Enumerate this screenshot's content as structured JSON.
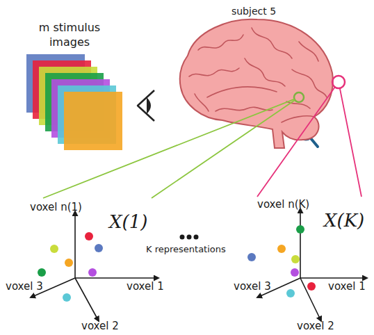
{
  "diagram": {
    "nodes": [
      {
        "text": [
          "m stimulus images"
        ]
      },
      {
        "text": [
          "subject 5"
        ]
      },
      {
        "text": [
          "voxel n(1)",
          "X(1)",
          "voxel 3",
          "voxel 1",
          "voxel 2"
        ]
      },
      {
        "text": [
          "voxel n(K)",
          "X(K)",
          "voxel 3",
          "voxel 1",
          "voxel 2"
        ]
      }
    ],
    "edges": [
      {
        "from": 1,
        "to": 2,
        "arrow": "none"
      },
      {
        "from": 1,
        "to": 3,
        "arrow": "none"
      }
    ],
    "labels": [
      "K representations"
    ]
  }
}
